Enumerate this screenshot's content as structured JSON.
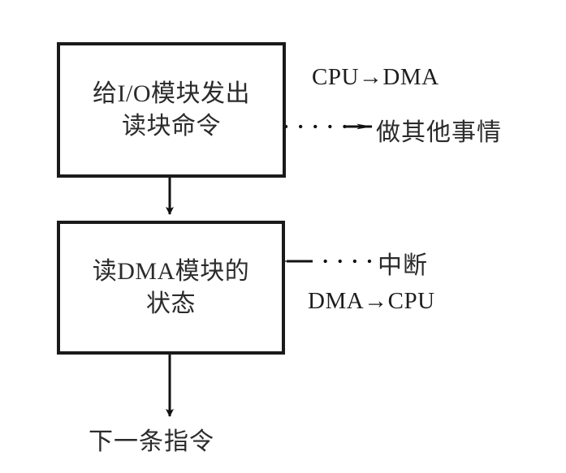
{
  "diagram": {
    "title": "DMA I/O operation flow",
    "background_color": "#ffffff",
    "stroke_color": "#1a1a1a",
    "text_color": "#2b2b2b",
    "boxes": [
      {
        "id": "issue-read",
        "line1": "给I/O模块发出",
        "line2": "读块命令"
      },
      {
        "id": "read-status",
        "line1": "读DMA模块的",
        "line2": "状态"
      }
    ],
    "labels": {
      "cpu_to_dma": "CPU→DMA",
      "do_other_things": "做其他事情",
      "interrupt": "中断",
      "dma_to_cpu": "DMA→CPU",
      "next_instruction": "下一条指令"
    },
    "connectors": [
      {
        "id": "box1-to-box2",
        "style": "solid",
        "direction": "down",
        "from": "issue-read",
        "to": "read-status"
      },
      {
        "id": "box1-to-do-other",
        "style": "dotted",
        "direction": "right",
        "from": "issue-read",
        "to": "do-other-things"
      },
      {
        "id": "interrupt-to-box2",
        "style": "dotted",
        "direction": "left",
        "from": "interrupt",
        "to": "read-status"
      },
      {
        "id": "box2-to-next-instruction",
        "style": "solid",
        "direction": "down",
        "from": "read-status",
        "to": "next-instruction"
      }
    ]
  }
}
